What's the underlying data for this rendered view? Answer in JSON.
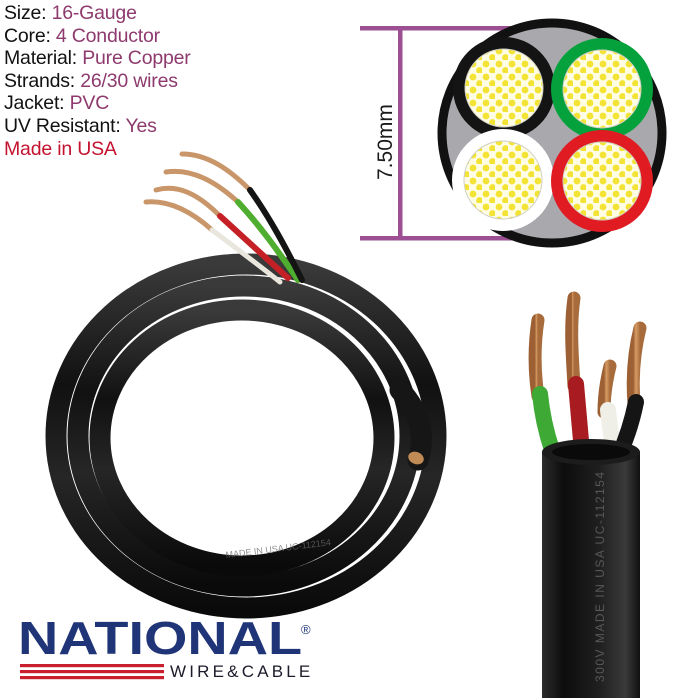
{
  "specs": {
    "rows": [
      {
        "label": "Size:",
        "value": "16-Gauge"
      },
      {
        "label": "Core:",
        "value": "4 Conductor"
      },
      {
        "label": "Material:",
        "value": "Pure Copper"
      },
      {
        "label": "Strands:",
        "value": "26/30 wires"
      },
      {
        "label": "Jacket:",
        "value": "PVC"
      },
      {
        "label": "UV Resistant:",
        "value": "Yes"
      },
      {
        "label": "",
        "value": "Made in USA"
      }
    ],
    "label_color": "#121212",
    "value_color": "#8e3a6e",
    "made_in_usa_color": "#c4122f"
  },
  "diagram": {
    "dimension_label": "7.50mm",
    "bracket_color": "#9c4f92",
    "jacket_color": "#111111",
    "filler_color": "#a9a9ad",
    "strand_color": "#f3e334",
    "conductors": [
      {
        "name": "black-conductor",
        "insulation": "#141414",
        "position": "top-left"
      },
      {
        "name": "green-conductor",
        "insulation": "#05a13c",
        "position": "top-right"
      },
      {
        "name": "white-conductor",
        "insulation": "#ffffff",
        "position": "bottom-left"
      },
      {
        "name": "red-conductor",
        "insulation": "#e01b22",
        "position": "bottom-right"
      }
    ]
  },
  "photos": {
    "coiled_cable": {
      "jacket_color": "#1a1a1a",
      "print_text": "MADE IN USA UC-112154"
    },
    "cut_end": {
      "jacket_color": "#121212",
      "print_text": "300V MADE IN USA UC-112154",
      "conductor_colors": [
        "#3ea935",
        "#a81b20",
        "#151515",
        "#efefe8"
      ],
      "copper_color": "#c98a52"
    },
    "stripped_leads": {
      "conductor_colors": [
        "#141414",
        "#4fae2f",
        "#c52026",
        "#e9e6dd"
      ],
      "copper_color": "#c9966a"
    }
  },
  "logo": {
    "brand": "NATIONAL",
    "registered_mark": "®",
    "tagline": "WIRE&CABLE",
    "brand_color": "#1f3577",
    "stripe_color": "#c8202c",
    "tagline_color": "#1b1b2a"
  }
}
